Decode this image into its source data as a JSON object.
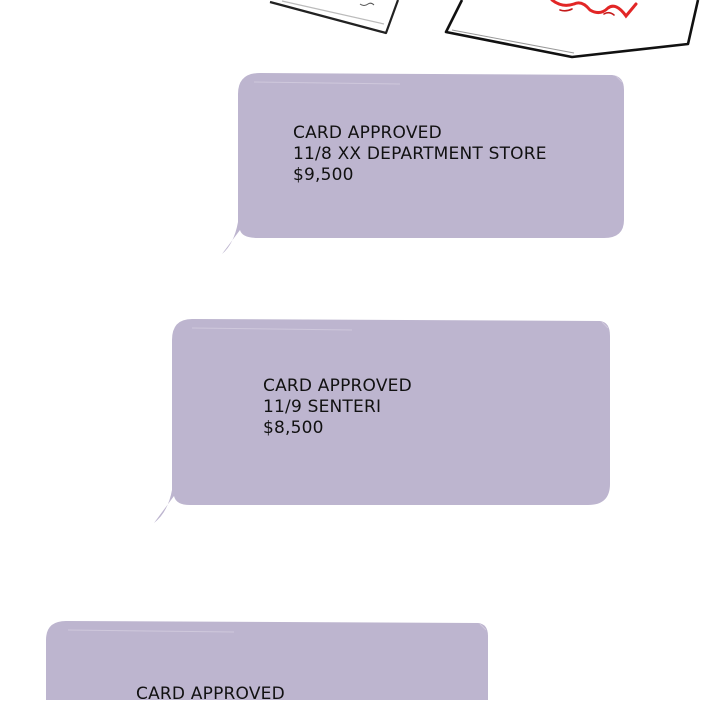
{
  "colors": {
    "bubble_fill": "#bdb5cf",
    "text": "#111111",
    "background": "#ffffff",
    "accent_red": "#e22626"
  },
  "messages": [
    {
      "status": "CARD APPROVED",
      "detail": "11/8 XX DEPARTMENT STORE",
      "amount": "$9,500"
    },
    {
      "status": "CARD APPROVED",
      "detail": "11/9 SENTERI",
      "amount": "$8,500"
    },
    {
      "status": "CARD APPROVED"
    }
  ]
}
